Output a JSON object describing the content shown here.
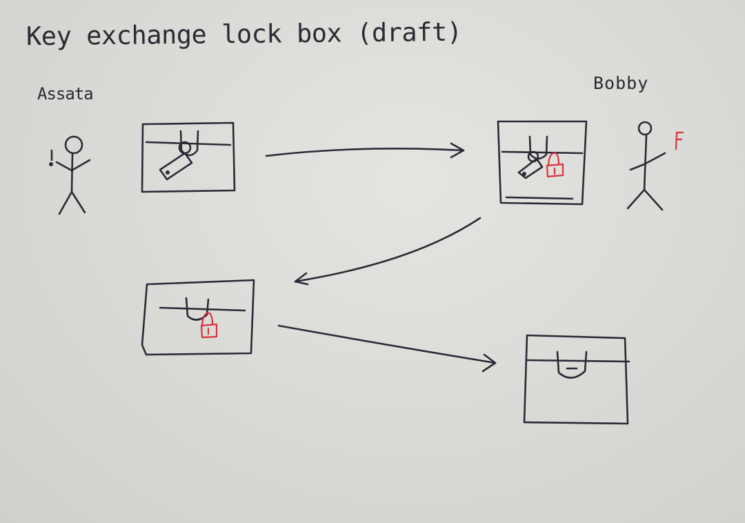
{
  "title": "Key exchange lock box (draft)",
  "people": {
    "alice": {
      "label": "Assata"
    },
    "bob": {
      "label": "Bobby"
    }
  },
  "colors": {
    "paper": "#dcdcd9",
    "ink": "#2a2a36",
    "bob_lock": "#d9323c"
  },
  "steps": [
    {
      "name": "box-with-alice-lock",
      "locks": [
        "alice"
      ]
    },
    {
      "name": "box-with-both-locks",
      "locks": [
        "alice",
        "bob"
      ]
    },
    {
      "name": "box-with-bob-lock",
      "locks": [
        "bob"
      ]
    },
    {
      "name": "box-unlocked",
      "locks": []
    }
  ],
  "icons": [
    "stick-figure-icon",
    "padlock-icon",
    "red-key-icon",
    "arrow-icon"
  ]
}
